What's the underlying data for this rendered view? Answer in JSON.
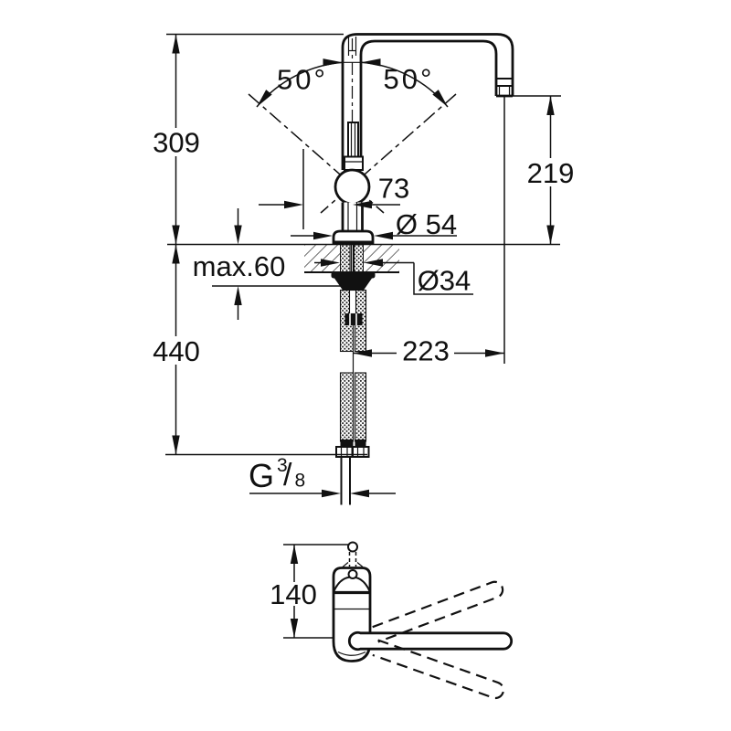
{
  "colors": {
    "background": "#ffffff",
    "line": "#111111"
  },
  "front_view": {
    "dims": {
      "swivel_left": "50°",
      "swivel_right": "50°",
      "height_to_spout_top": "309",
      "spout_outlet_height": "219",
      "handle_offset": "73",
      "base_diameter": "Ø 54",
      "max_deck_thickness": "max.60",
      "hole_diameter": "Ø34",
      "below_deck_length": "440",
      "spout_reach": "223",
      "thread_prefix": "G",
      "thread_numerator": "3",
      "thread_slash": "/",
      "thread_denominator": "8"
    }
  },
  "top_view": {
    "dims": {
      "handle_to_spout_axis": "140"
    }
  }
}
